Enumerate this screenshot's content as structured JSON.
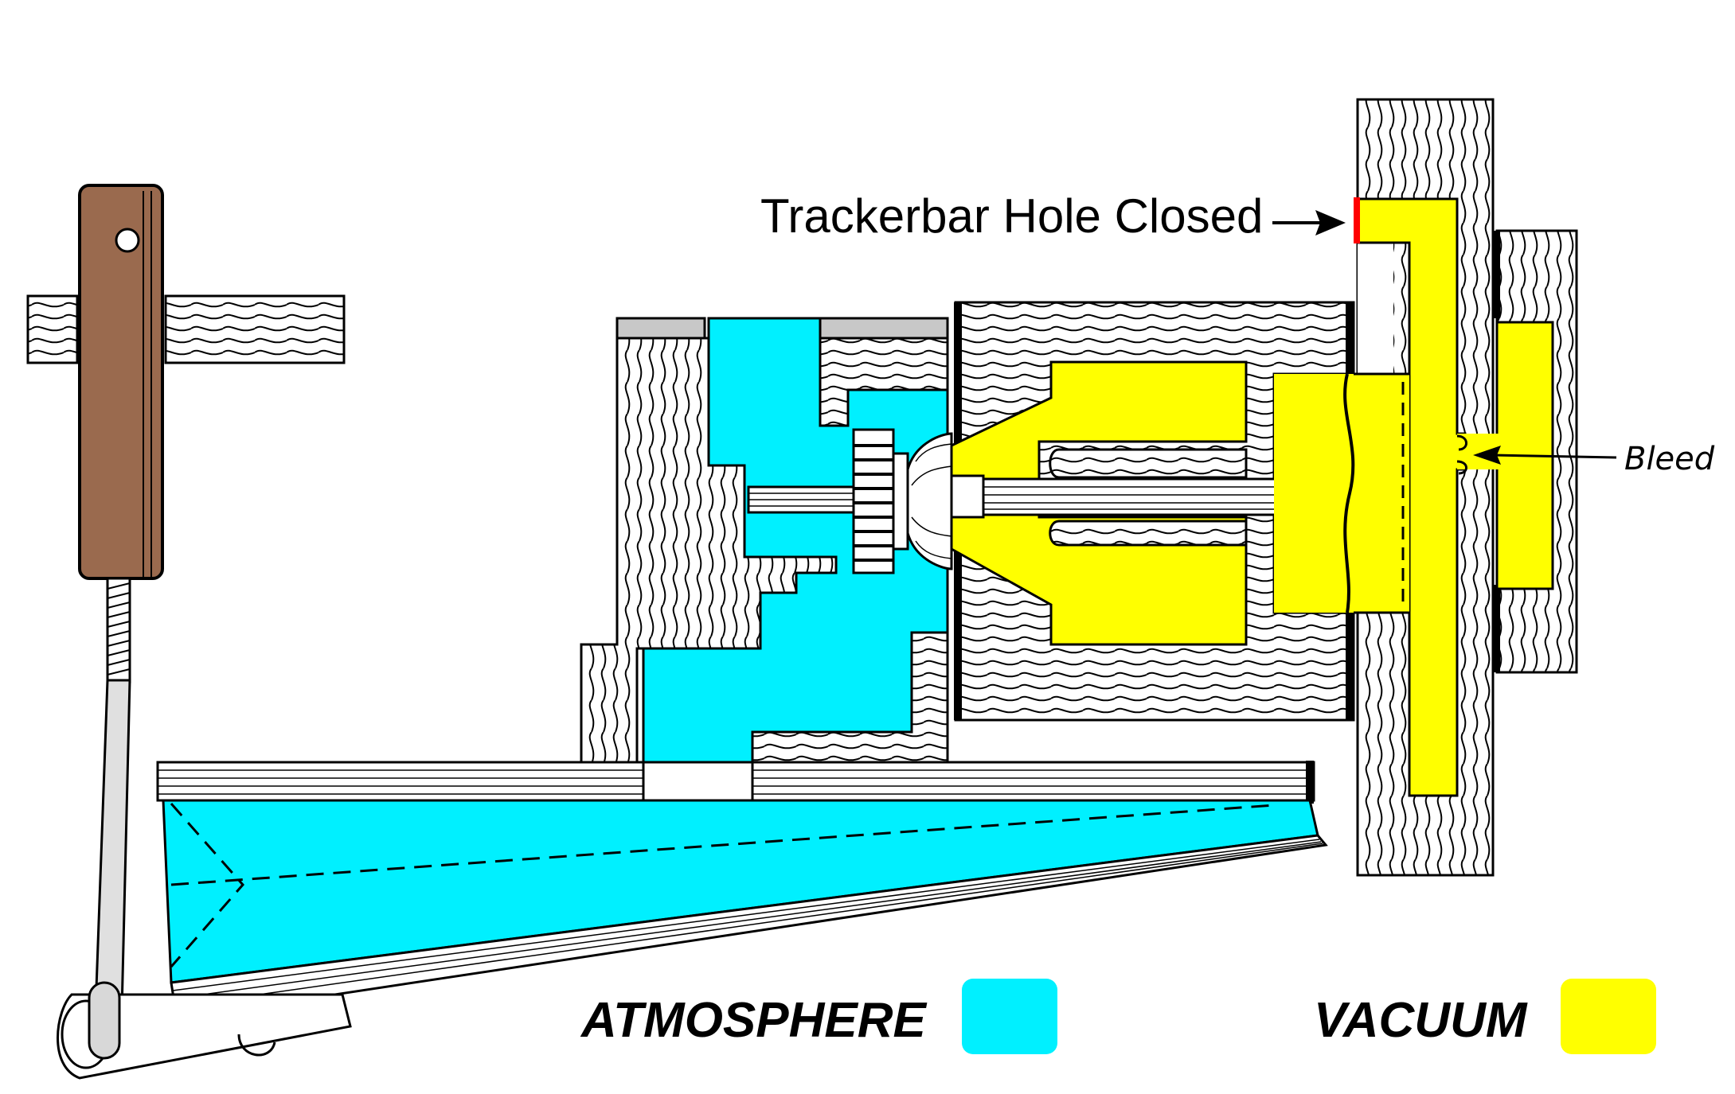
{
  "labels": {
    "trackerbar": "Trackerbar Hole Closed",
    "bleed": "Bleed",
    "atmosphere": "ATMOSPHERE",
    "vacuum": "VACUUM"
  },
  "colors": {
    "atmosphere": "#00f0ff",
    "vacuum": "#ffff00",
    "wood_brown": "#9a6a4e",
    "trackerbar_mark": "#ff0000",
    "outline": "#000000",
    "metal_gray": "#c8c8c8"
  }
}
